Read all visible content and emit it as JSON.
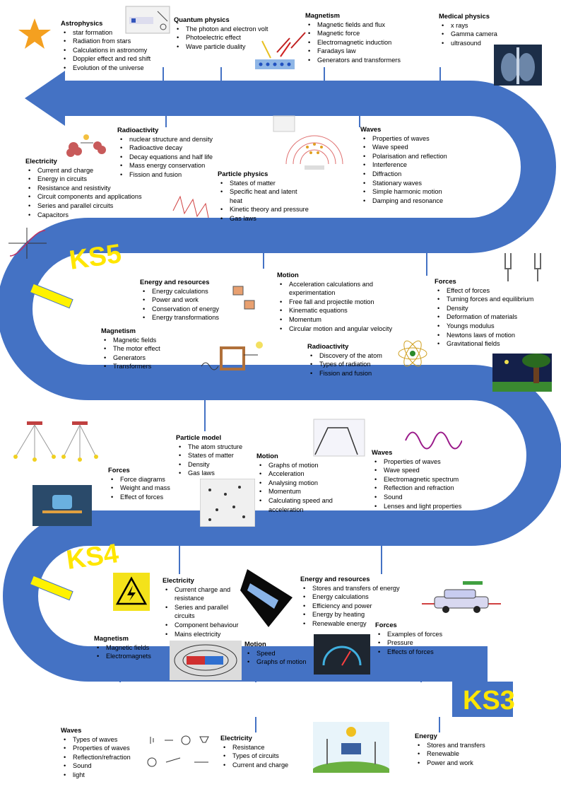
{
  "colors": {
    "road": "#4472c4",
    "ks_label": "#ffe600",
    "marker": "#fff200"
  },
  "stages": {
    "ks5": "KS5",
    "ks4": "KS4",
    "ks3": "KS3"
  },
  "topics": [
    {
      "id": "astrophysics",
      "title": "Astrophysics",
      "items": [
        "star formation",
        "Radiation from stars",
        "Calculations in astronomy",
        "Doppler effect and red shift",
        "Evolution of the universe"
      ]
    },
    {
      "id": "quantum",
      "title": "Quantum physics",
      "items": [
        "The photon and electron volt",
        "Photoelectric effect",
        "Wave particle duality"
      ]
    },
    {
      "id": "magnetism5",
      "title": "Magnetism",
      "items": [
        "Magnetic fields and flux",
        "Magnetic force",
        "Electromagnetic induction",
        "Faradays law",
        "Generators and transformers"
      ]
    },
    {
      "id": "medical",
      "title": "Medical physics",
      "items": [
        "x rays",
        "Gamma camera",
        "ultrasound"
      ]
    },
    {
      "id": "radioactivity5",
      "title": "Radioactivity",
      "items": [
        "nuclear structure and density",
        "Radioactive decay",
        "Decay equations and half life",
        "Mass energy conservation",
        "Fission and fusion"
      ]
    },
    {
      "id": "electricity5",
      "title": "Electricity",
      "items": [
        "Current and charge",
        "Energy in circuits",
        "Resistance and resistivity",
        "Circuit components and applications",
        "Series and parallel circuits",
        "Capacitors"
      ]
    },
    {
      "id": "particle5",
      "title": "Particle physics",
      "items": [
        "States of matter",
        "Specific heat and latent heat",
        "Kinetic theory and pressure",
        "Gas laws"
      ]
    },
    {
      "id": "waves5",
      "title": "Waves",
      "items": [
        "Properties of waves",
        "Wave speed",
        "Polarisation and reflection",
        "Interference",
        "Diffraction",
        "Stationary waves",
        "Simple harmonic motion",
        "Damping and resonance"
      ]
    },
    {
      "id": "energy4",
      "title": "Energy and resources",
      "items": [
        "Energy calculations",
        "Power and work",
        "Conservation of energy",
        "Energy transformations"
      ]
    },
    {
      "id": "motion4a",
      "title": "Motion",
      "items": [
        "Acceleration calculations and experimentation",
        "Free fall and projectile motion",
        "Kinematic equations",
        "Momentum",
        "Circular motion and angular velocity"
      ]
    },
    {
      "id": "forces4a",
      "title": "Forces",
      "items": [
        "Effect of forces",
        "Turning forces and equilibrium",
        "Density",
        "Deformation of materials",
        "Youngs modulus",
        "Newtons laws of motion",
        "Gravitational fields"
      ]
    },
    {
      "id": "magnetism4",
      "title": "Magnetism",
      "items": [
        "Magnetic fields",
        "The motor effect",
        "Generators",
        "Transformers"
      ]
    },
    {
      "id": "radioactivity4",
      "title": "Radioactivity",
      "items": [
        "Discovery of the atom",
        "Types of radiation",
        "Fission and fusion"
      ]
    },
    {
      "id": "particlemodel",
      "title": "Particle model",
      "items": [
        "The atom structure",
        "States of matter",
        "Density",
        "Gas laws"
      ]
    },
    {
      "id": "forces4b",
      "title": "Forces",
      "items": [
        "Force diagrams",
        "Weight and mass",
        "Effect of forces"
      ]
    },
    {
      "id": "motion4b",
      "title": "Motion",
      "items": [
        "Graphs of motion",
        "Acceleration",
        "Analysing motion",
        "Momentum",
        "Calculating speed and acceleration"
      ]
    },
    {
      "id": "waves4",
      "title": "Waves",
      "items": [
        "Properties of waves",
        "Wave speed",
        "Electromagnetic spectrum",
        "Reflection and refraction",
        "Sound",
        "Lenses and light properties"
      ]
    },
    {
      "id": "electricity3",
      "title": "Electricity",
      "items": [
        "Current charge and resistance",
        "Series and parallel circuits",
        "Component behaviour",
        "Mains electricity"
      ]
    },
    {
      "id": "energy3",
      "title": "Energy and resources",
      "items": [
        "Stores and transfers of energy",
        "Energy calculations",
        "Efficiency and power",
        "Energy by heating",
        "Renewable energy"
      ]
    },
    {
      "id": "forces3",
      "title": "Forces",
      "items": [
        "Examples of forces",
        "Pressure",
        "Effects of forces"
      ]
    },
    {
      "id": "magnetism3",
      "title": "Magnetism",
      "items": [
        "Magnetic fields",
        "Electromagnets"
      ]
    },
    {
      "id": "motion3",
      "title": "Motion",
      "items": [
        "Speed",
        "Graphs of motion"
      ]
    },
    {
      "id": "waves3",
      "title": "Waves",
      "items": [
        "Types of waves",
        "Properties of waves",
        "Reflection/refraction",
        "Sound",
        "light"
      ]
    },
    {
      "id": "electricity2",
      "title": "Electricity",
      "items": [
        "Resistance",
        "Types of circuits",
        "Current and charge"
      ]
    },
    {
      "id": "energy2",
      "title": "Energy",
      "items": [
        "Stores and transfers",
        "Renewable",
        "Power and work"
      ]
    }
  ]
}
